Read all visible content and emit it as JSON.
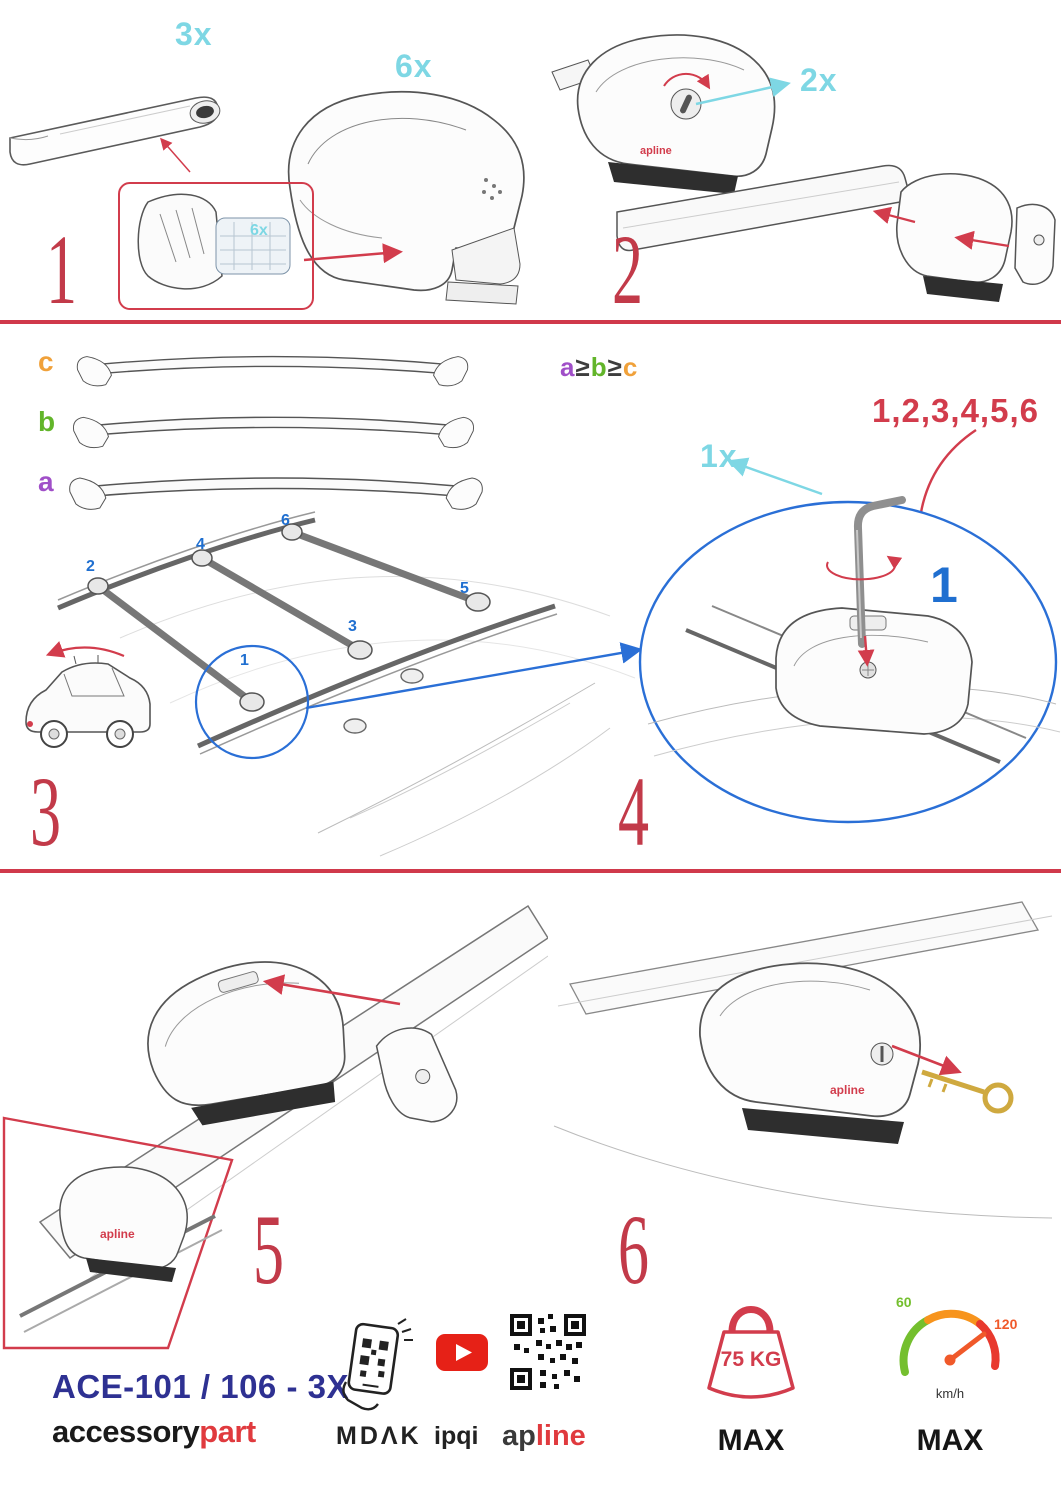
{
  "steps": {
    "s1": {
      "num": "1",
      "bar_qty": "3x",
      "foot_qty": "6x",
      "pad_qty": "6x"
    },
    "s2": {
      "num": "2",
      "lock_qty": "2x"
    },
    "s3": {
      "num": "3",
      "bar_labels": {
        "c": "c",
        "b": "b",
        "a": "a"
      },
      "order": {
        "a": "a",
        "ge1": "≥",
        "b": "b",
        "ge2": "≥",
        "c": "c"
      },
      "foot_labels": {
        "n1": "1",
        "n2": "2",
        "n3": "3",
        "n4": "4",
        "n5": "5",
        "n6": "6"
      }
    },
    "s4": {
      "num": "4",
      "key_qty": "1x",
      "tighten_sequence": "1,2,3,4,5,6",
      "first_foot": "1"
    },
    "s5": {
      "num": "5"
    },
    "s6": {
      "num": "6"
    }
  },
  "brand": {
    "small_logo": "apline"
  },
  "footer": {
    "model": "ACE-101 / 106 - 3X",
    "brand_black": "accessory",
    "brand_red": "part",
    "partner_mdak": "MDΛK",
    "partner_ipqi": "ipqi",
    "logo_black": "ap",
    "logo_red": "line",
    "weight_limit": "75 KG",
    "weight_max_label": "MAX",
    "speed_green": "60",
    "speed_red": "120",
    "speed_unit": "km/h",
    "speed_max_label": "MAX"
  },
  "colors": {
    "accent_red": "#d23c4c",
    "cyan": "#7ed7e4",
    "blue": "#2a6fd6",
    "navy": "#2e3192",
    "purple": "#a04fc8",
    "green": "#62b52a",
    "orange": "#f0a13a"
  }
}
